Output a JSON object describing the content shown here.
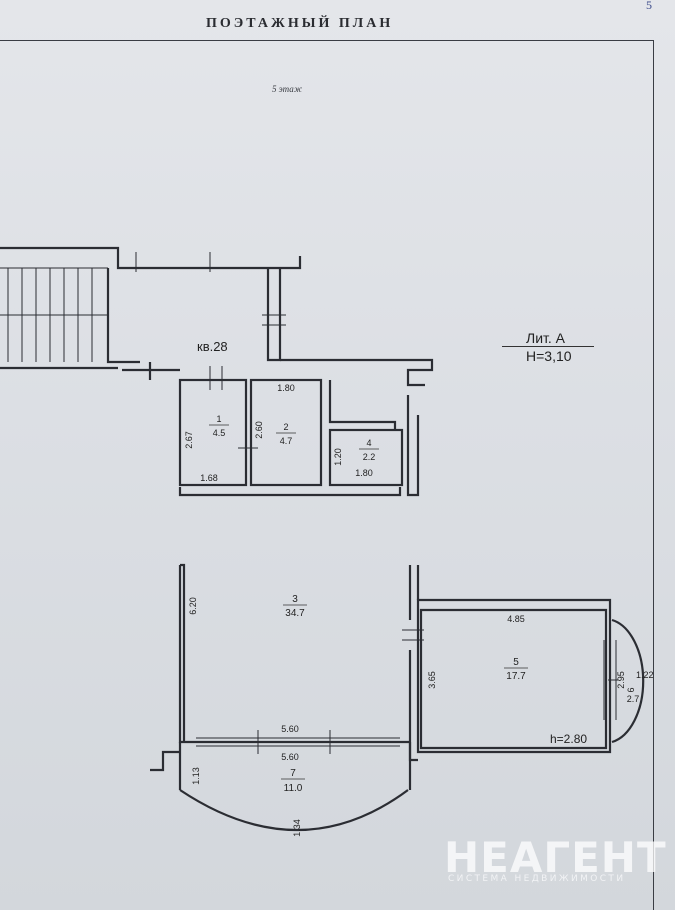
{
  "document": {
    "title": "ПОЭТАЖНЫЙ ПЛАН",
    "floor": "5 этаж",
    "corner_mark": "5",
    "litera": "Лит. А",
    "ceiling_height": "H=3,10",
    "apartment": "кв.28",
    "balcony_height": "h=2.80"
  },
  "rooms": [
    {
      "number": "1",
      "area": "4.5"
    },
    {
      "number": "2",
      "area": "4.7"
    },
    {
      "number": "3",
      "area": "34.7"
    },
    {
      "number": "4",
      "area": "2.2"
    },
    {
      "number": "5",
      "area": "17.7"
    },
    {
      "number": "6",
      "area": "2.7"
    },
    {
      "number": "7",
      "area": "11.0"
    }
  ],
  "dimensions": {
    "room1_height": "2.67",
    "room1_width": "1.68",
    "room2_height": "2.60",
    "room2_width": "1.80",
    "room4_height": "1.20",
    "room4_width": "1.80",
    "room3_height": "6.20",
    "room3_width_top": "5.60",
    "room3_width_bottom": "5.60",
    "room5_width": "4.85",
    "room5_height": "3.65",
    "room6_height": "2.95",
    "room6_depth": "1.22",
    "room7_height": "1.13",
    "room7_arc": "1.34"
  },
  "watermark": {
    "brand": "НЕАГЕНТ",
    "tagline": "СИСТЕМА НЕДВИЖИМОСТИ"
  }
}
